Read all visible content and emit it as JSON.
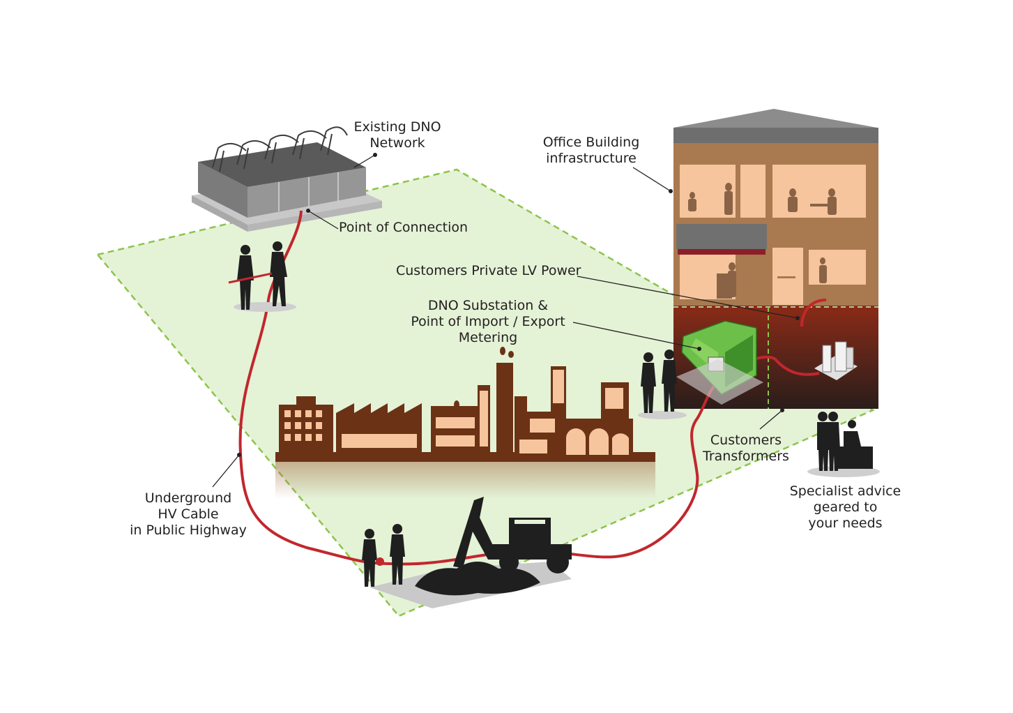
{
  "labels": {
    "existing_dno_network": [
      "Existing DNO",
      "Network"
    ],
    "point_of_connection": "Point of Connection",
    "office_building": [
      "Office Building",
      "infrastructure"
    ],
    "customers_private_lv": "Customers Private LV Power",
    "dno_substation": [
      "DNO Substation &",
      "Point of Import / Export",
      "Metering"
    ],
    "customers_transformers": [
      "Customers",
      "Transformers"
    ],
    "specialist_advice": [
      "Specialist advice",
      "geared to",
      "your needs"
    ],
    "underground_hv_cable": [
      "Underground",
      "HV Cable",
      "in Public Highway"
    ]
  },
  "colors": {
    "site_fill": "#e4f2d6",
    "site_border": "#8cc44a",
    "cable": "#c1272d",
    "building_brick": "#a9794f",
    "window": "#f6c59d",
    "factory": "#6b3216",
    "silhouette": "#1f1f1f",
    "substation": "#6cc04a"
  }
}
